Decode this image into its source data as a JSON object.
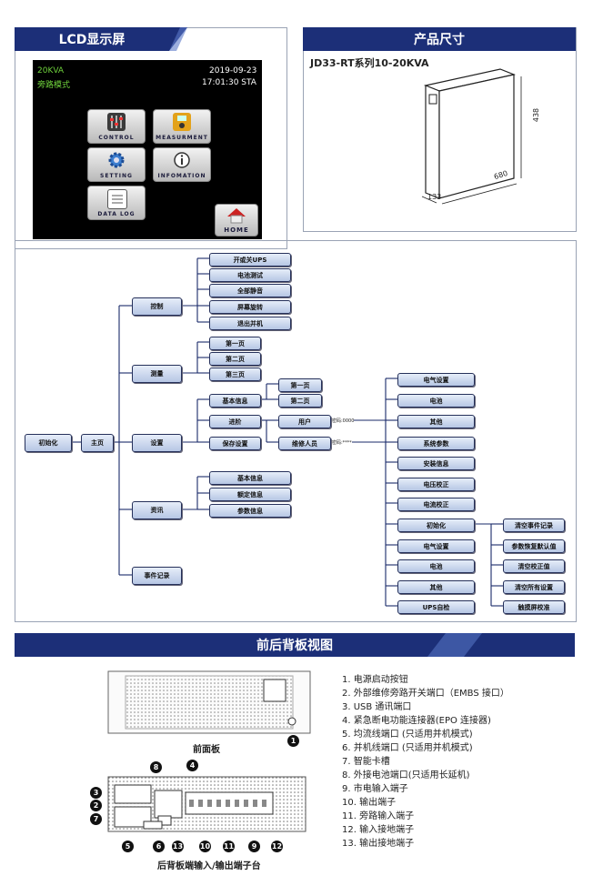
{
  "lcd_section": {
    "title": "LCD显示屏",
    "screen": {
      "model": "20KVA",
      "mode": "旁路模式",
      "date": "2019-09-23",
      "time": "17:01:30 STA",
      "buttons": [
        {
          "label": "CONTROL",
          "icon": "control-sliders-icon"
        },
        {
          "label": "MEASURMENT",
          "icon": "multimeter-icon"
        },
        {
          "label": "SETTING",
          "icon": "gear-icon"
        },
        {
          "label": "INFOMATION",
          "icon": "info-icon"
        },
        {
          "label": "DATA LOG",
          "icon": "notebook-icon"
        }
      ],
      "home_label": "HOME"
    }
  },
  "size_section": {
    "title": "产品尺寸",
    "subtitle": "JD33-RT系列10-20KVA",
    "dims": {
      "height": "438",
      "depth": "680",
      "width": "133"
    }
  },
  "menu_tree": {
    "root": "初始化",
    "main": "主页",
    "level1": [
      "控制",
      "测量",
      "设置",
      "资讯",
      "事件记录"
    ],
    "control_items": [
      "开或关UPS",
      "电池测试",
      "全部静音",
      "屏幕旋转",
      "退出并机"
    ],
    "measure_items": [
      "第一页",
      "第二页",
      "第三页"
    ],
    "settings": {
      "basic": "基本信息",
      "basic_pages": [
        "第一页",
        "第二页"
      ],
      "advanced": "进阶",
      "save": "保存设置",
      "user": "用户",
      "maintainer": "维修人员",
      "user_password": "密码:0000",
      "maint_password": "密码:****",
      "user_items": [
        "电气设置",
        "电池",
        "其他"
      ],
      "maint_items": [
        "系统参数",
        "安装信息",
        "电压校正",
        "电流校正",
        "初始化",
        "电气设置",
        "电池",
        "其他",
        "UPS自检"
      ],
      "init_items": [
        "清空事件记录",
        "参数恢复默认值",
        "清空校正值",
        "清空所有设置",
        "触摸屏校准"
      ]
    },
    "info_items": [
      "基本信息",
      "额定信息",
      "参数信息"
    ]
  },
  "panel_section": {
    "title": "前后背板视图",
    "front_caption": "前面板",
    "rear_caption": "后背板端输入/输出端子台",
    "legend": [
      "1. 电源启动按钮",
      "2. 外部维修旁路开关端口（EMBS 接口）",
      "3. USB 通讯端口",
      "4. 紧急断电功能连接器(EPO 连接器)",
      "5. 均流线端口 (只适用并机模式)",
      "6. 并机线端口 (只适用并机模式)",
      "7. 智能卡槽",
      "8. 外接电池端口(只适用长延机)",
      "9. 市电输入端子",
      "10. 输出端子",
      "11. 旁路输入端子",
      "12. 输入接地端子",
      "13. 输出接地端子"
    ],
    "callouts": [
      "1",
      "2",
      "3",
      "4",
      "5",
      "6",
      "7",
      "8",
      "9",
      "10",
      "11",
      "12",
      "13"
    ]
  },
  "colors": {
    "banner": "#1c2f78",
    "accent": "#5a78c8",
    "lcd_green": "#6fd23c"
  }
}
